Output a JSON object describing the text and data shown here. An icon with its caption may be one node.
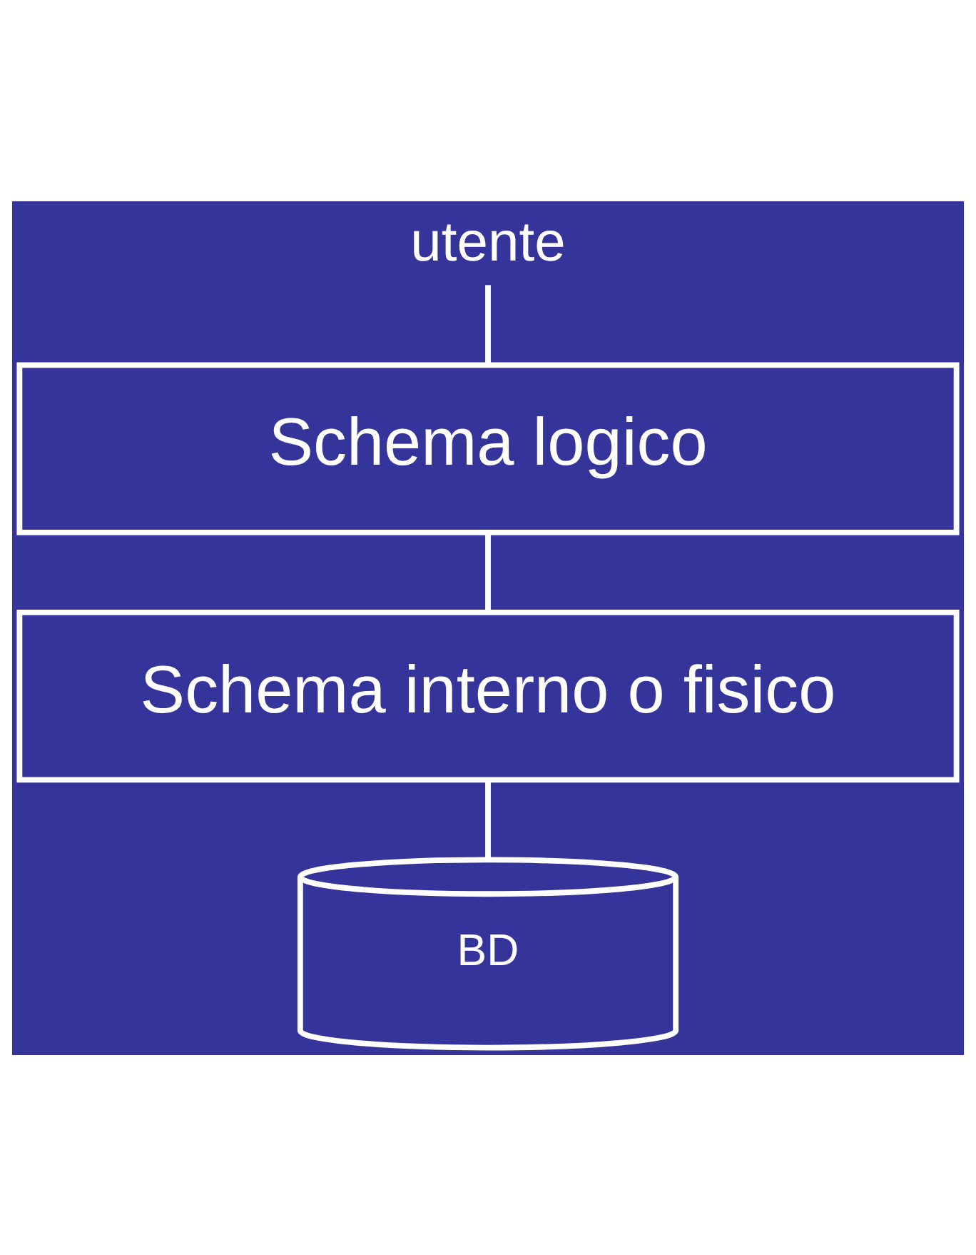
{
  "diagram": {
    "nodes": [
      {
        "text": [
          "utente"
        ]
      },
      {
        "text": [
          "Schema logico"
        ]
      },
      {
        "text": [
          "Schema interno o fisico"
        ]
      },
      {
        "text": [
          "BD"
        ]
      }
    ],
    "edges": [
      {
        "from": 0,
        "to": 1,
        "arrow": "none"
      },
      {
        "from": 1,
        "to": 2,
        "arrow": "none"
      },
      {
        "from": 2,
        "to": 3,
        "arrow": "none"
      }
    ]
  }
}
